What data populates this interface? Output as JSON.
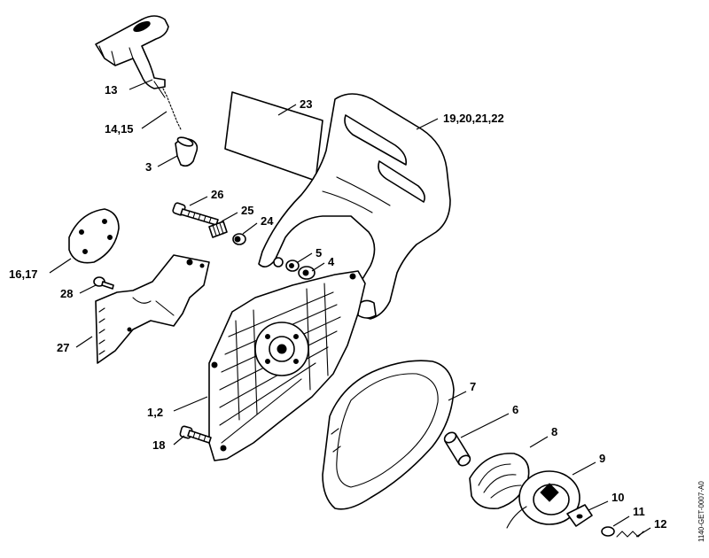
{
  "labels": {
    "l13": "13",
    "l14_15": "14,15",
    "l3": "3",
    "l23": "23",
    "l19_22": "19,20,21,22",
    "l26": "26",
    "l25": "25",
    "l24": "24",
    "l5": "5",
    "l4": "4",
    "l16_17": "16,17",
    "l28": "28",
    "l27": "27",
    "l1_2": "1,2",
    "l18": "18",
    "l7": "7",
    "l6": "6",
    "l8": "8",
    "l9": "9",
    "l10": "10",
    "l11": "11",
    "l12": "12"
  },
  "drawing_code": "1140-GET-0007-A0"
}
